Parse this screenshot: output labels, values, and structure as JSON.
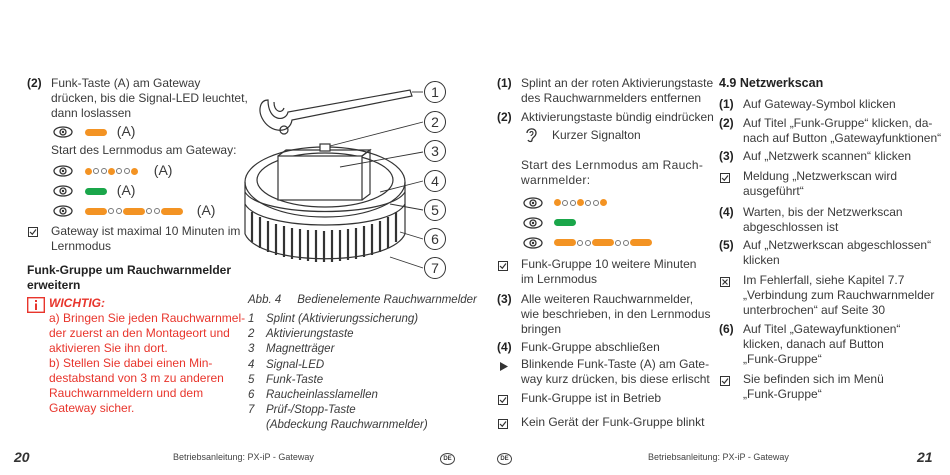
{
  "left": {
    "step2_num": "(2)",
    "step2_l1": "Funk-Taste (A) am Gateway",
    "step2_l2": "drücken, bis die Signal-LED leuchtet,",
    "step2_l3": "dann loslassen",
    "a_label": "(A)",
    "start_text": "Start des Lernmodus am Gateway:",
    "check1_l1": "Gateway ist maximal 10 Minuten im",
    "check1_l2": "Lernmodus",
    "heading_l1": "Funk-Gruppe um Rauchwarnmelder",
    "heading_l2": "erweitern",
    "warn_title": "WICHTIG:",
    "warn_a1": "a) Bringen Sie jeden Rauchwarnmel-",
    "warn_a2": "der zuerst an den Montageort und",
    "warn_a3": "aktivieren Sie ihn dort.",
    "warn_b1": "b) Stellen Sie dabei einen Min-",
    "warn_b2": "destabstand von 3 m zu anderen",
    "warn_b3": "Rauchwarnmeldern und dem",
    "warn_b4": "Gateway sicher.",
    "fig_caption_abb": "Abb. 4",
    "fig_caption_text": "Bedienelemente Rauchwarnmelder",
    "legend": [
      {
        "n": "1",
        "t": "Splint (Aktivierungssicherung)"
      },
      {
        "n": "2",
        "t": "Aktivierungstaste"
      },
      {
        "n": "3",
        "t": "Magnetträger"
      },
      {
        "n": "4",
        "t": "Signal-LED"
      },
      {
        "n": "5",
        "t": "Funk-Taste"
      },
      {
        "n": "6",
        "t": "Raucheinlasslamellen"
      },
      {
        "n": "7",
        "t": "Prüf-/Stopp-Taste"
      }
    ],
    "legend_extra": "(Abdeckung Rauchwarnmelder)",
    "callouts": [
      "1",
      "2",
      "3",
      "4",
      "5",
      "6",
      "7"
    ],
    "page_number": "20",
    "footer": "Betriebsanleitung: PX-iP - Gateway"
  },
  "right": {
    "s1_num": "(1)",
    "s1_l1": "Splint an der roten Aktivierungstaste",
    "s1_l2": "des Rauchwarnmelders entfernen",
    "s2_num": "(2)",
    "s2_l1": "Aktivierungstaste bündig eindrücken",
    "signal": "Kurzer Signalton",
    "start_l1": "Start des Lernmodus am Rauch-",
    "start_l2": "warnmelder:",
    "chk1_l1": "Funk-Gruppe 10 weitere Minuten",
    "chk1_l2": "im Lernmodus",
    "s3_num": "(3)",
    "s3_l1": "Alle weiteren Rauchwarnmelder,",
    "s3_l2": "wie beschrieben, in den Lernmodus",
    "s3_l3": "bringen",
    "s4_num": "(4)",
    "s4_l1": "Funk-Gruppe abschließen",
    "arrow_l1": "Blinkende Funk-Taste (A) am Gate-",
    "arrow_l2": "way kurz drücken, bis diese erlischt",
    "chk2": "Funk-Gruppe ist in Betrieb",
    "chk3": "Kein Gerät der Funk-Gruppe blinkt",
    "sec_title": "4.9  Netzwerkscan",
    "n1_num": "(1)",
    "n1": "Auf Gateway-Symbol klicken",
    "n2_num": "(2)",
    "n2_l1": "Auf Titel „Funk-Gruppe“ klicken, da-",
    "n2_l2": "nach auf Button „Gatewayfunktionen“",
    "n3_num": "(3)",
    "n3": "Auf „Netzwerk scannen“ klicken",
    "nc1_l1": "Meldung „Netzwerkscan wird",
    "nc1_l2": "ausgeführt“",
    "n4_num": "(4)",
    "n4_l1": "Warten, bis der Netzwerkscan",
    "n4_l2": "abgeschlossen ist",
    "n5_num": "(5)",
    "n5_l1": "Auf „Netzwerkscan abgeschlossen“",
    "n5_l2": "klicken",
    "nx_l1": "Im Fehlerfall, siehe Kapitel 7.7",
    "nx_l2": "„Verbindung zum Rauchwarnmelder",
    "nx_l3": "unterbrochen“ auf Seite 30",
    "n6_num": "(6)",
    "n6_l1": "Auf Titel „Gatewayfunktionen“",
    "n6_l2": "klicken, danach auf Button",
    "n6_l3": "„Funk-Gruppe“",
    "nc2_l1": "Sie befinden sich im Menü",
    "nc2_l2": "„Funk-Gruppe“",
    "page_number": "21",
    "footer": "Betriebsanleitung: PX-iP - Gateway"
  },
  "lang_badge": "DE",
  "colors": {
    "orange": "#f39323",
    "green": "#1aa64a",
    "red": "#e8352c"
  }
}
